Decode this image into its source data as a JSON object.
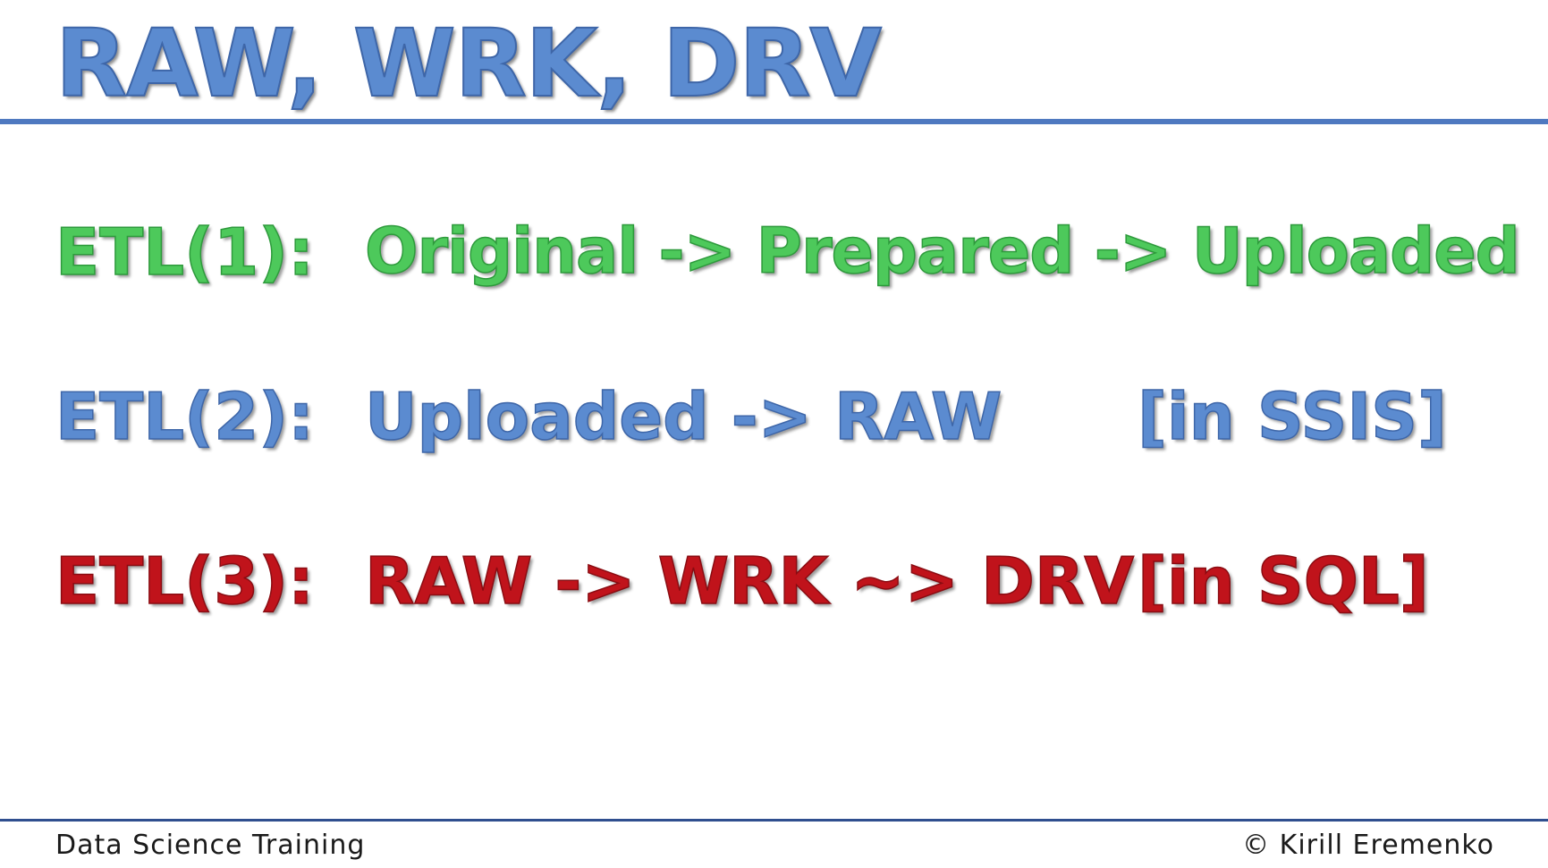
{
  "slide": {
    "title": "RAW, WRK, DRV"
  },
  "rows": [
    {
      "label": "ETL(1):",
      "flow": "Original -> Prepared -> Uploaded",
      "tool": ""
    },
    {
      "label": "ETL(2):",
      "flow": "Uploaded -> RAW",
      "tool": "[in SSIS]"
    },
    {
      "label": "ETL(3):",
      "flow": "RAW -> WRK ~> DRV",
      "tool": "[in SQL]"
    }
  ],
  "footer": {
    "left": "Data Science Training",
    "right": "© Kirill Eremenko"
  },
  "colors": {
    "title_blue": "#5b8bd0",
    "green": "#4dc95b",
    "red": "#c0131b",
    "rule_blue": "#4f79c0"
  }
}
